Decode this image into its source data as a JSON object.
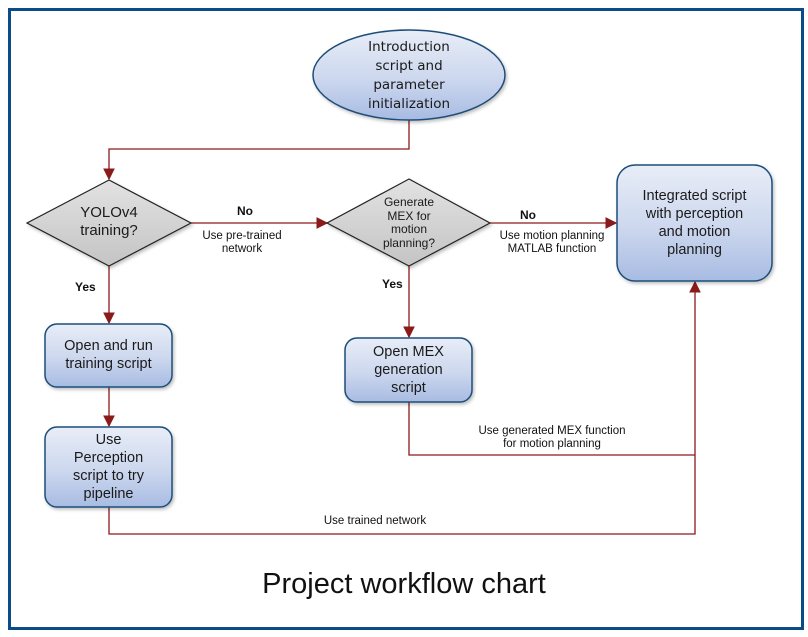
{
  "diagram": {
    "title": "Project workflow chart",
    "nodes": {
      "intro": {
        "shape": "ellipse",
        "label": "Introduction\nscript and\nparameter\ninitialization"
      },
      "yolo_decision": {
        "shape": "diamond",
        "label": "YOLOv4\ntraining?"
      },
      "mex_decision": {
        "shape": "diamond",
        "label": "Generate\nMEX for\nmotion\nplanning?"
      },
      "integrated": {
        "shape": "rounded-rect",
        "label": "Integrated script\nwith perception\nand motion\nplanning"
      },
      "training": {
        "shape": "rounded-rect",
        "label": "Open and run\ntraining script"
      },
      "perception": {
        "shape": "rounded-rect",
        "label": "Use\nPerception\nscript to try\npipeline"
      },
      "mex_gen": {
        "shape": "rounded-rect",
        "label": "Open MEX\ngeneration\nscript"
      }
    },
    "edges": {
      "yolo_no": {
        "branch": "No",
        "label": "Use pre-trained\nnetwork"
      },
      "yolo_yes": {
        "branch": "Yes"
      },
      "mex_no": {
        "branch": "No",
        "label": "Use motion planning\nMATLAB function"
      },
      "mex_yes": {
        "branch": "Yes"
      },
      "mex_gen_to_integrated": {
        "label": "Use generated MEX function\nfor motion planning"
      },
      "perception_to_integrated": {
        "label": "Use trained network"
      }
    },
    "colors": {
      "frame": "#0b4c88",
      "connector": "#8b1a1a",
      "node_fill_top": "#e6ebf6",
      "node_fill_bottom": "#a9bce2",
      "node_stroke": "#1f4e79",
      "diamond_fill": "#d4d4d4",
      "diamond_stroke": "#222222"
    }
  }
}
